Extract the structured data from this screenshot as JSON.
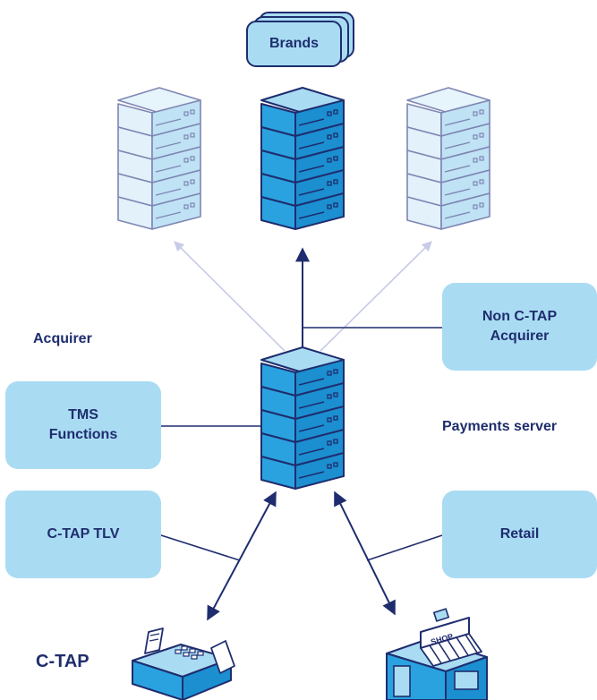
{
  "brands_label": "Brands",
  "acquirer_label": "Acquirer",
  "payments_server_label": "Payments server",
  "ctap_label": "C-TAP",
  "shop_sign": "SHOP",
  "boxes": {
    "non_ctap": [
      "Non C-TAP",
      "Acquirer"
    ],
    "tms": [
      "TMS",
      "Functions"
    ],
    "ctap_tlv": "C-TAP TLV",
    "retail": "Retail"
  },
  "colors": {
    "navy": "#1f2d6e",
    "box_fill": "#a9dcf3",
    "server_dark": "#1b8fd0",
    "server_light": "#c9e6f5",
    "faint_arrow": "#c7cbe6"
  }
}
